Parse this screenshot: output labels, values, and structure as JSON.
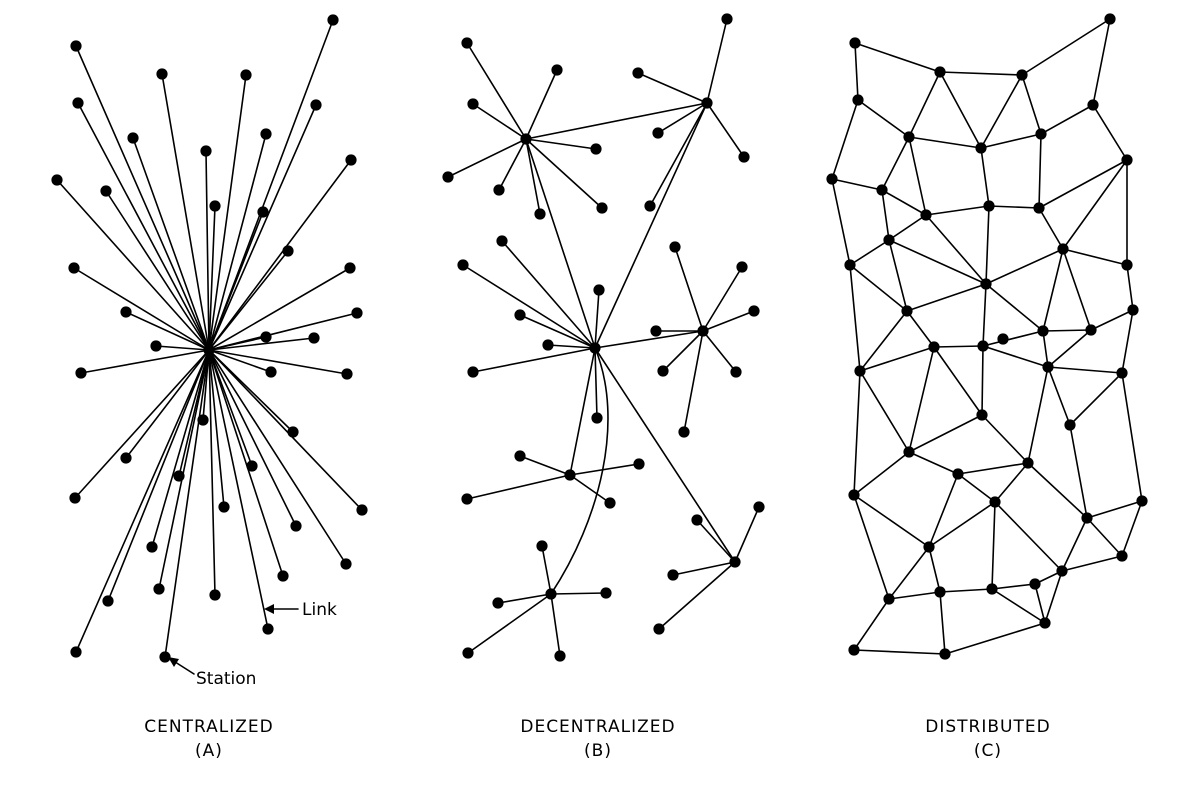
{
  "colors": {
    "ink": "#000000",
    "paper": "#ffffff"
  },
  "panels": [
    {
      "key": "a",
      "title": "CENTRALIZED",
      "label": "(A)"
    },
    {
      "key": "b",
      "title": "DECENTRALIZED",
      "label": "(B)"
    },
    {
      "key": "c",
      "title": "DISTRIBUTED",
      "label": "(C)"
    }
  ],
  "annotations": {
    "link": "Link",
    "station": "Station"
  }
}
